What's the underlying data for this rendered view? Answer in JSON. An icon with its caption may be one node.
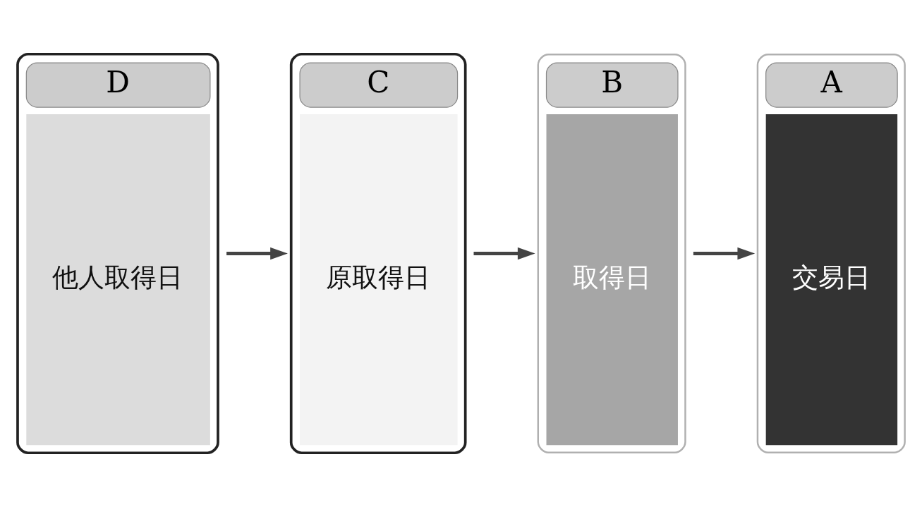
{
  "diagram": {
    "nodes": [
      {
        "text": [
          "D",
          "他人取得日"
        ]
      },
      {
        "text": [
          "C",
          "原取得日"
        ]
      },
      {
        "text": [
          "B",
          "取得日"
        ]
      },
      {
        "text": [
          "A",
          "交易日"
        ]
      }
    ],
    "edges": [
      {
        "from": 0,
        "to": 1,
        "arrow": "to"
      },
      {
        "from": 1,
        "to": 2,
        "arrow": "to"
      },
      {
        "from": 2,
        "to": 3,
        "arrow": "to"
      }
    ]
  }
}
